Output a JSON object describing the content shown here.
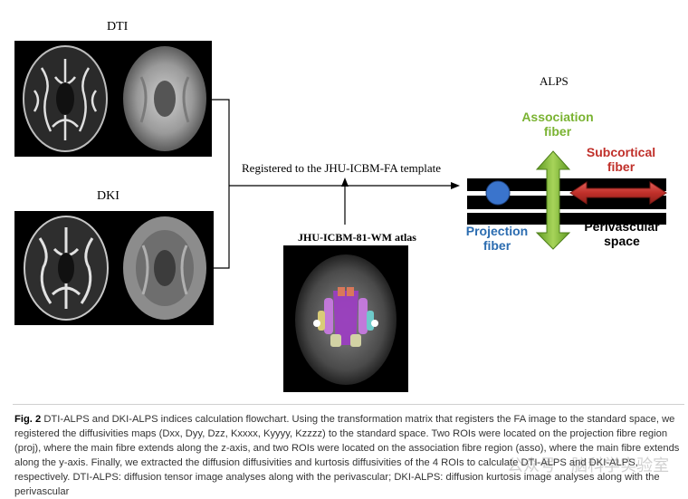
{
  "panels": {
    "dti_label": "DTI",
    "dki_label": "DKI",
    "registration_label": "Registered to the JHU-ICBM-FA template",
    "atlas_label": "JHU-ICBM-81-WM atlas"
  },
  "alps": {
    "title": "ALPS",
    "association_label_1": "Association",
    "association_label_2": "fiber",
    "subcortical_label_1": "Subcortical",
    "subcortical_label_2": "fiber",
    "projection_label_1": "Projection",
    "projection_label_2": "fiber",
    "perivascular_label_1": "Perivascular",
    "perivascular_label_2": "space",
    "colors": {
      "association": "#7ab332",
      "subcortical": "#c0302a",
      "projection": "#2b6cb0"
    }
  },
  "caption": {
    "fig_label": "Fig. 2",
    "text": "DTI-ALPS and DKI-ALPS indices calculation flowchart. Using the transformation matrix that registers the FA image to the standard space, we registered the diffusivities maps (Dxx, Dyy, Dzz, Kxxxx, Kyyyy, Kzzzz) to the standard space. Two ROIs were located on the projection fibre region (proj), where the main fibre extends along the z-axis, and two ROIs were located on the association fibre region (asso), where the main fibre extends along the y-axis. Finally, we extracted the diffusion diffusivities and kurtosis diffusivities of the 4 ROIs to calculate DTI-ALPS and DKI-ALPS, respectively. DTI-ALPS: diffusion tensor image analyses along with the perivascular; DKI-ALPS: diffusion kurtosis image analyses along with the perivascular"
  },
  "watermark": "公众号 · 脑科学实验室"
}
